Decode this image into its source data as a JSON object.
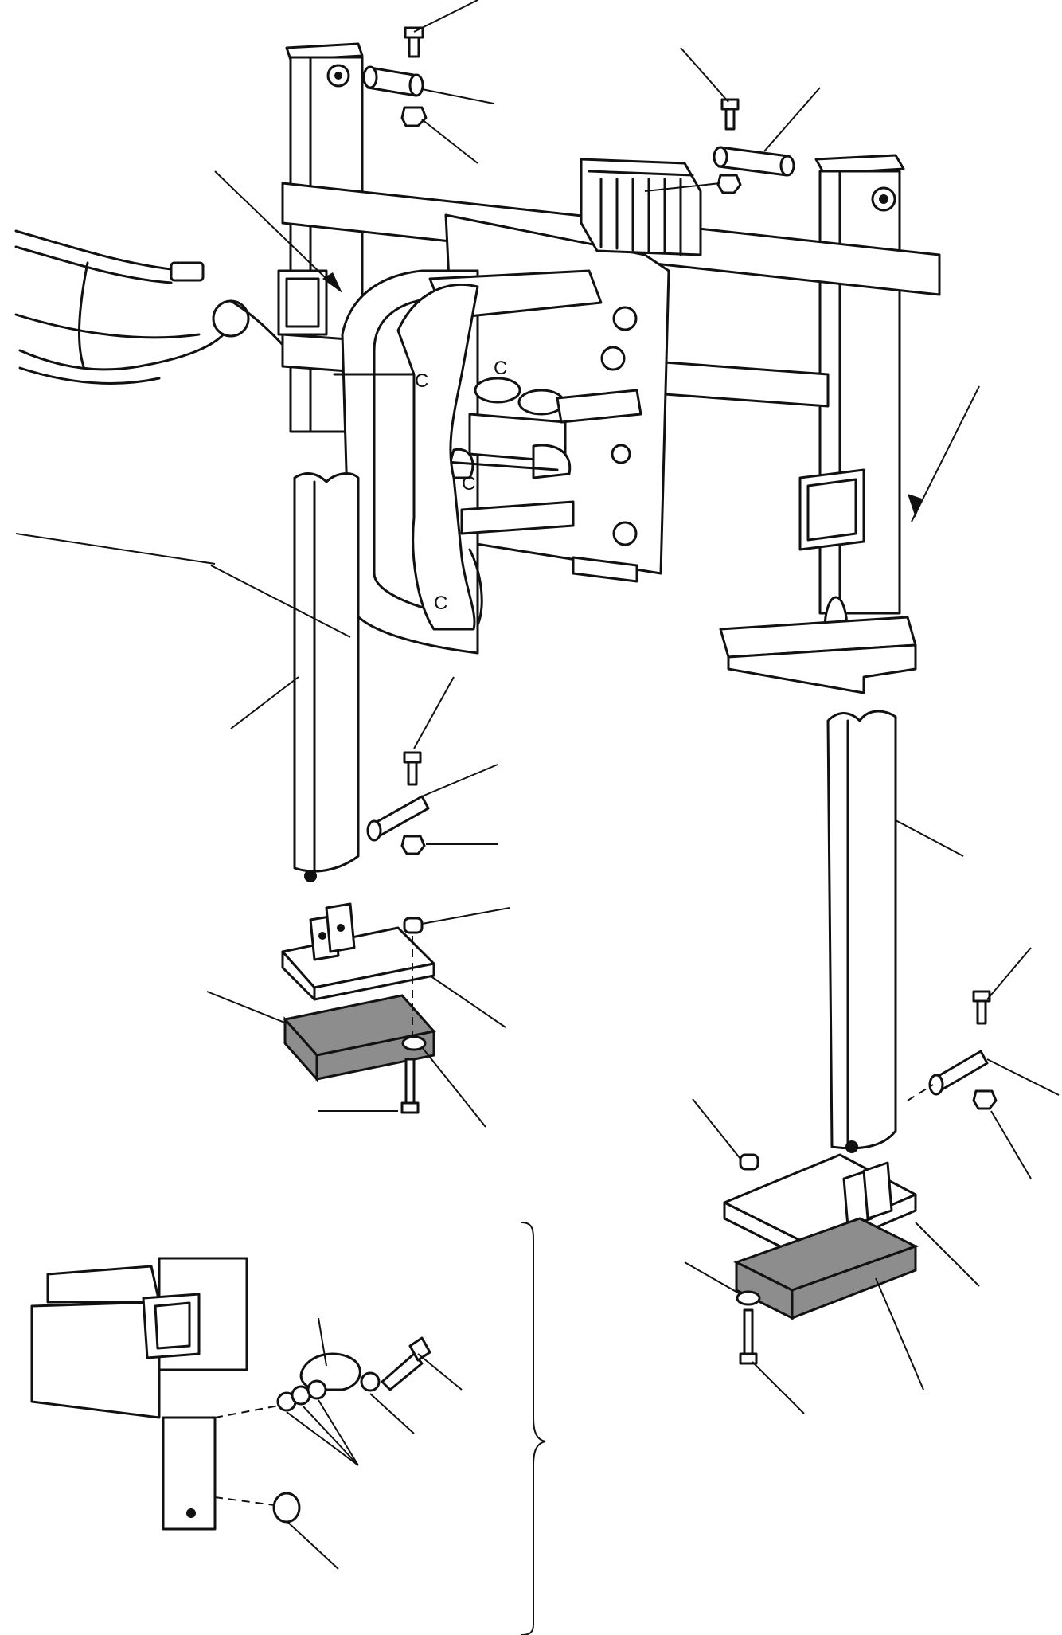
{
  "diagram": {
    "kind": "exploded parts illustration",
    "colors": {
      "ink": "#111111",
      "paper": "#ffffff",
      "pad_fill": "#8d8d8d"
    },
    "labels": [
      "C",
      "C",
      "C",
      "C"
    ]
  }
}
